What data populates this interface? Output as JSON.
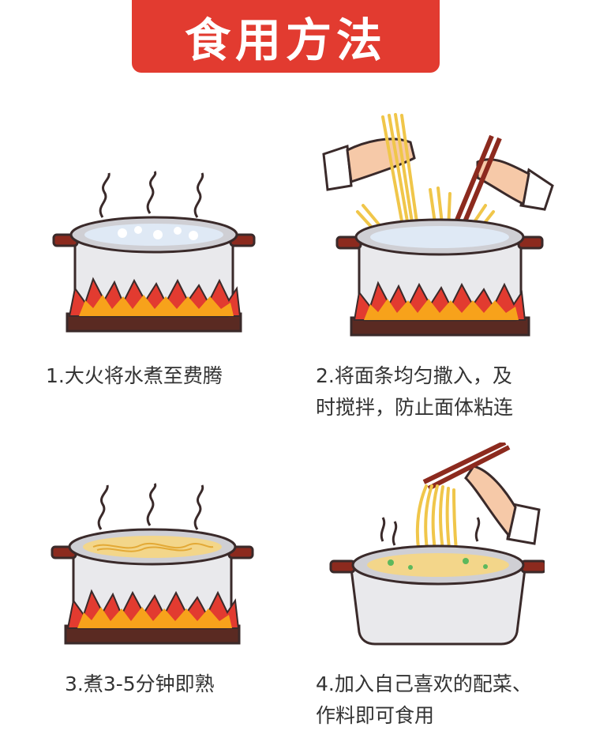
{
  "banner": {
    "title": "食用方法"
  },
  "colors": {
    "banner_red": "#e23b30",
    "pot_body": "#e9e9ec",
    "pot_rim": "#cfcfd4",
    "outline": "#3a2a2a",
    "handle": "#8c2a1e",
    "flame_outer": "#e23b30",
    "flame_inner": "#f7a21b",
    "stove": "#5a2a22",
    "noodle": "#f0c64a",
    "text": "#333333"
  },
  "steps": [
    {
      "caption_line1": "1.大火将水煮至费腾",
      "caption_line2": ""
    },
    {
      "caption_line1": "2.将面条均匀撒入，及",
      "caption_line2": "时搅拌，防止面体粘连"
    },
    {
      "caption_line1": "3.煮3-5分钟即熟",
      "caption_line2": ""
    },
    {
      "caption_line1": "4.加入自己喜欢的配菜、",
      "caption_line2": "作料即可食用"
    }
  ]
}
